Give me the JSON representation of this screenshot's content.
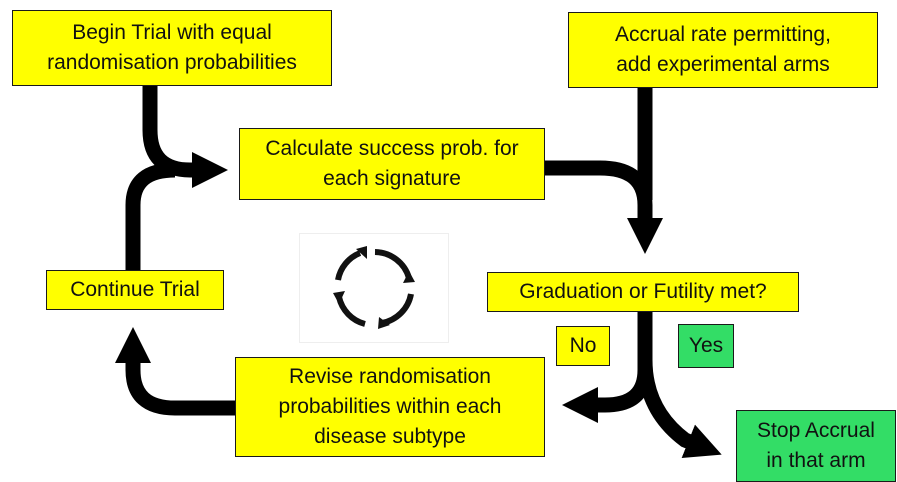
{
  "diagram": {
    "nodes": {
      "begin_trial": "Begin Trial with equal\nrandomisation probabilities",
      "accrual_rate": "Accrual rate permitting,\nadd experimental arms",
      "calculate_success": "Calculate success prob. for\neach signature",
      "continue_trial": "Continue Trial",
      "graduation_check": "Graduation or Futility met?",
      "no_label": "No",
      "yes_label": "Yes",
      "revise_probabilities": "Revise randomisation\nprobabilities within each\ndisease subtype",
      "stop_accrual": "Stop Accrual\nin that arm"
    },
    "colors": {
      "box_fill": "#ffff00",
      "yes_fill": "#33dd66",
      "arrow": "#000000"
    },
    "icons": {
      "cycle": "circular-arrows-icon"
    }
  }
}
